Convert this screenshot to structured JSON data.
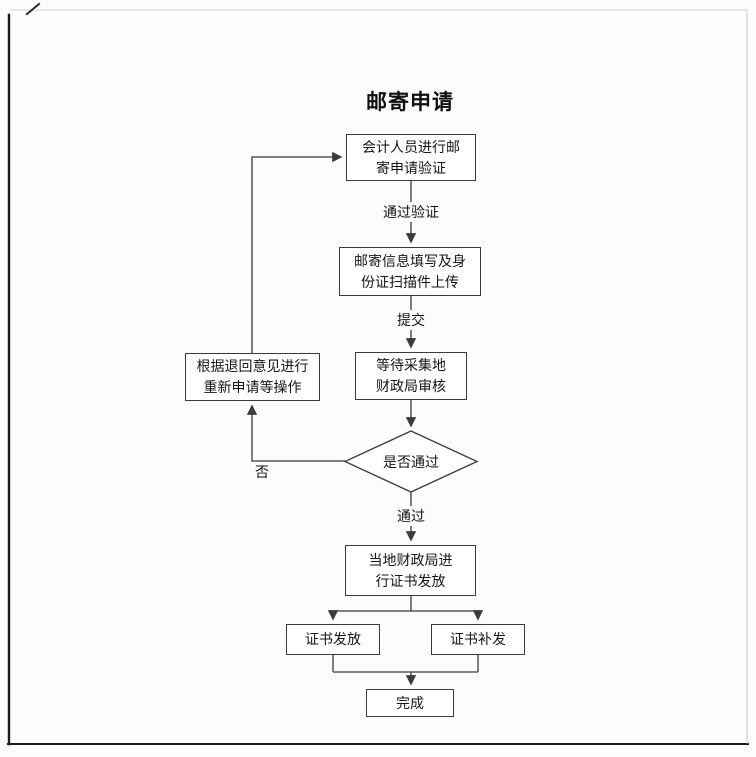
{
  "page": {
    "kind": "scanned-flowchart-page"
  },
  "flowchart": {
    "title": "邮寄申请",
    "nodes": {
      "verify": "会计人员进行邮\n寄申请验证",
      "fill": "邮寄信息填写及身\n份证扫描件上传",
      "wait": "等待采集地\n财政局审核",
      "decision": "是否通过",
      "redo": "根据退回意见进行\n重新申请等操作",
      "issue": "当地财政局进\n行证书发放",
      "cert_issue": "证书发放",
      "cert_reissue": "证书补发",
      "done": "完成"
    },
    "edges": [
      {
        "from": "verify",
        "to": "fill",
        "label": "通过验证"
      },
      {
        "from": "fill",
        "to": "wait",
        "label": "提交"
      },
      {
        "from": "wait",
        "to": "decision",
        "label": ""
      },
      {
        "from": "decision",
        "to": "redo",
        "label": "否"
      },
      {
        "from": "redo",
        "to": "verify",
        "label": ""
      },
      {
        "from": "decision",
        "to": "issue",
        "label": "通过"
      },
      {
        "from": "issue",
        "to": "cert_issue",
        "label": ""
      },
      {
        "from": "issue",
        "to": "cert_reissue",
        "label": ""
      },
      {
        "from": "cert_issue",
        "to": "done",
        "label": ""
      },
      {
        "from": "cert_reissue",
        "to": "done",
        "label": ""
      }
    ]
  }
}
